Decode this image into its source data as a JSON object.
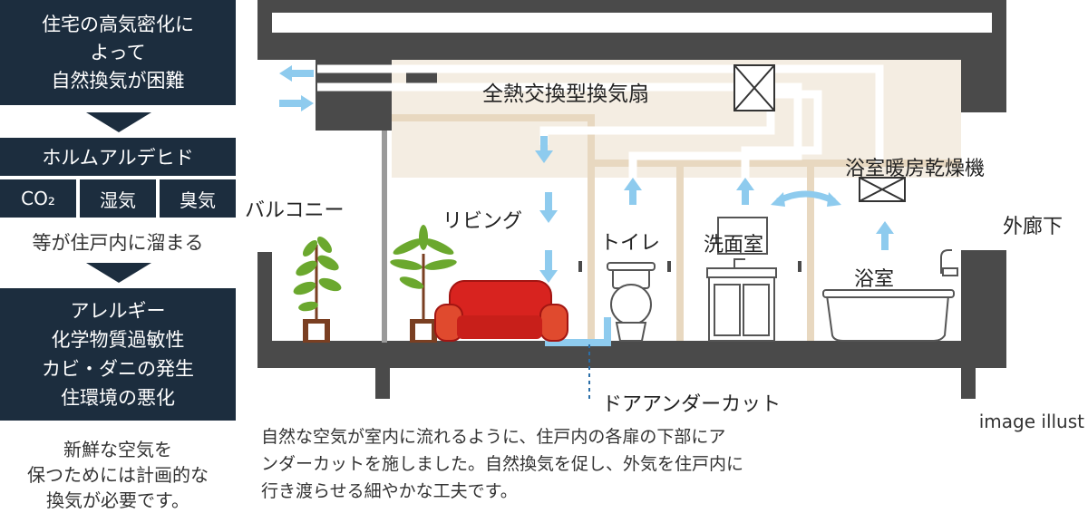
{
  "flow": {
    "box1": [
      "住宅の高気密化に",
      "よって",
      "自然換気が困難"
    ],
    "box2": "ホルムアルデヒド",
    "chips": [
      "CO₂",
      "湿気",
      "臭気"
    ],
    "middle_text": "等が住戸内に溜まる",
    "box3": [
      "アレルギー",
      "化学物質過敏性",
      "カビ・ダニの発生",
      "住環境の悪化"
    ],
    "conclusion": [
      "新鮮な空気を",
      "保つためには計画的な",
      "換気が必要です。"
    ]
  },
  "diagram": {
    "labels": {
      "fan": "全熱交換型換気扇",
      "bath_dryer": "浴室暖房乾燥機",
      "balcony": "バルコニー",
      "living": "リビング",
      "toilet": "トイレ",
      "washroom": "洗面室",
      "bathroom": "浴室",
      "outer_corridor": "外廊下",
      "door_undercut": "ドアアンダーカット"
    },
    "caption": [
      "自然な空気が室内に流れるように、住戸内の各扉の下部にア",
      "ンダーカットを施しました。自然換気を促し、外気を住戸内に",
      "行き渡らせる細やかな工夫です。"
    ],
    "note": "image illust"
  },
  "colors": {
    "navy": "#1c2d3e",
    "wall": "#4a4a4a",
    "ceiling_space": "#f4ede2",
    "door_frame": "#e8d8c0",
    "airflow": "#8ecbee",
    "sofa": "#d8231f",
    "plant": "#6ba82e",
    "pot": "#7a3f22"
  }
}
